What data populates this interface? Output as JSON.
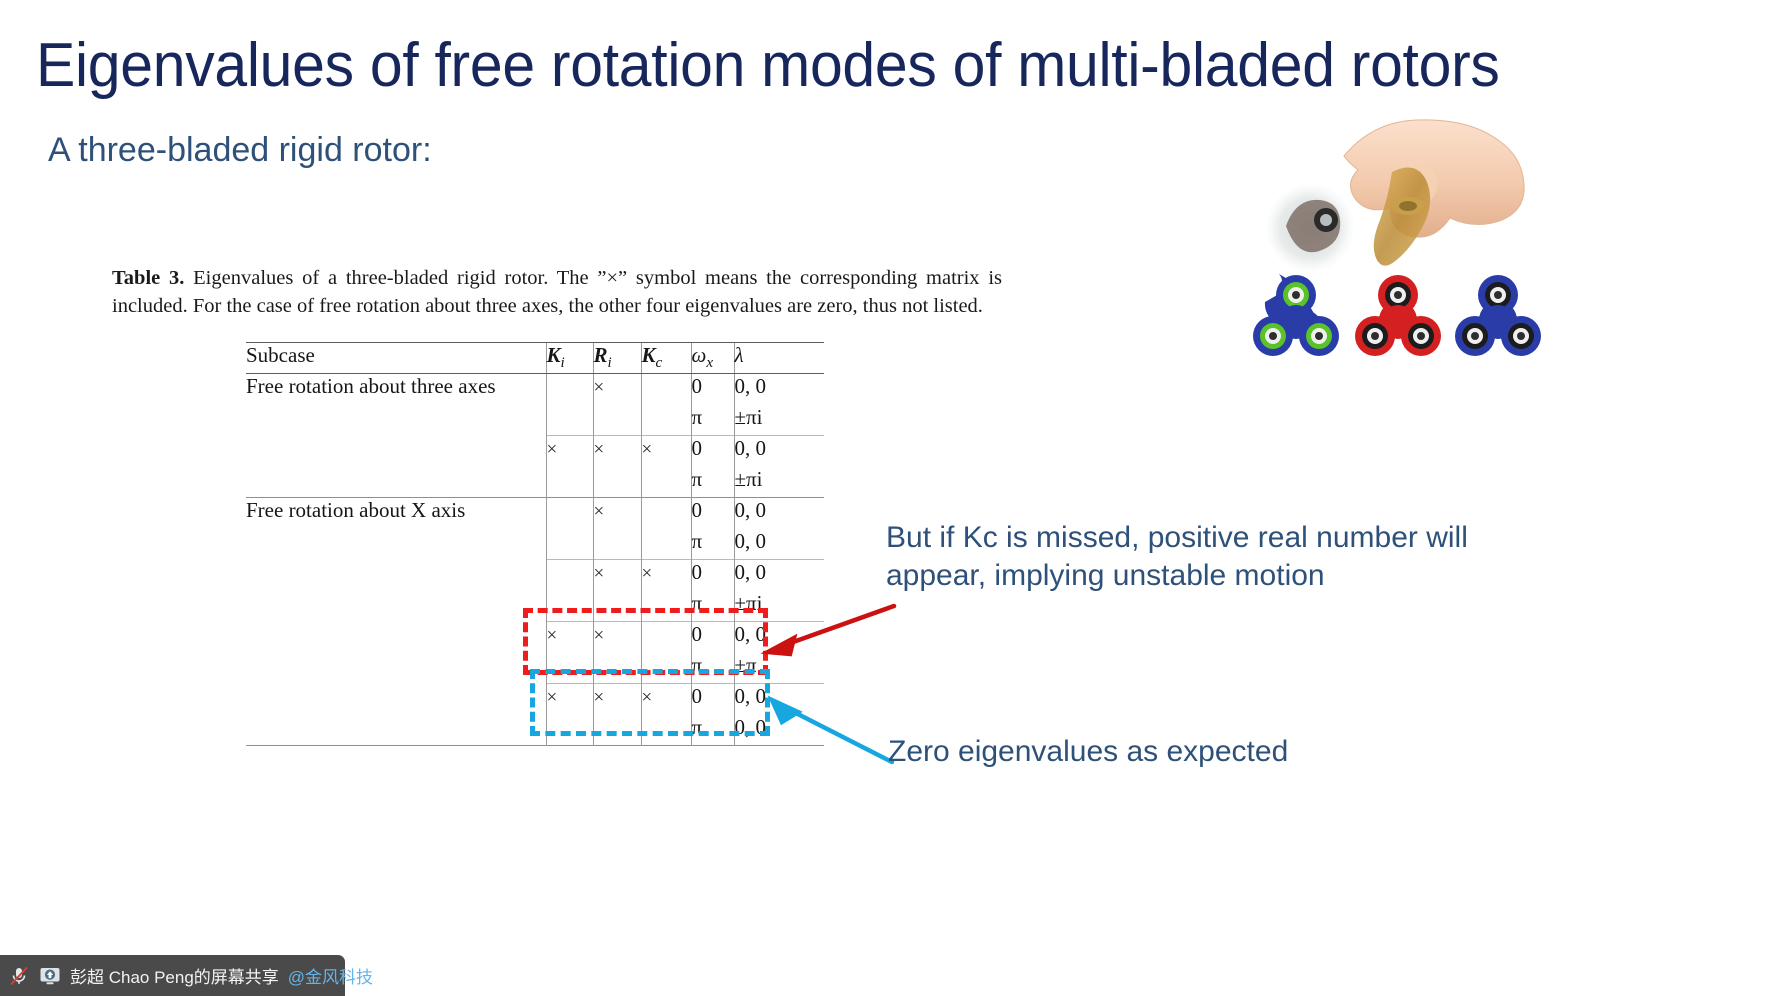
{
  "slide": {
    "title": "Eigenvalues of free rotation modes of multi-bladed rotors",
    "subtitle": "A three-bladed rigid rotor:",
    "title_color": "#17275c",
    "subtitle_color": "#2e5179"
  },
  "figure": {
    "caption_label": "Table 3.",
    "caption_text": " Eigenvalues of a three-bladed rigid rotor. The ”×” symbol means the corresponding matrix is included. For the case of free rotation about three axes, the other four eigenvalues are zero, thus not listed.",
    "table": {
      "headers": [
        "Subcase",
        "K",
        "R",
        "K",
        "ω",
        "λ"
      ],
      "header_subs": [
        "",
        "i",
        "i",
        "c",
        "x",
        ""
      ],
      "groups": [
        {
          "label": "Free rotation about three axes",
          "blocks": [
            {
              "Ki": "",
              "Ri": "×",
              "Kc": "",
              "rows": [
                {
                  "wx": "0",
                  "lambda": "0, 0"
                },
                {
                  "wx": "π",
                  "lambda": "±πi"
                }
              ]
            },
            {
              "Ki": "×",
              "Ri": "×",
              "Kc": "×",
              "rows": [
                {
                  "wx": "0",
                  "lambda": "0, 0"
                },
                {
                  "wx": "π",
                  "lambda": "±πi"
                }
              ]
            }
          ]
        },
        {
          "label": "Free rotation about X axis",
          "blocks": [
            {
              "Ki": "",
              "Ri": "×",
              "Kc": "",
              "rows": [
                {
                  "wx": "0",
                  "lambda": "0, 0"
                },
                {
                  "wx": "π",
                  "lambda": "0, 0"
                }
              ]
            },
            {
              "Ki": "",
              "Ri": "×",
              "Kc": "×",
              "rows": [
                {
                  "wx": "0",
                  "lambda": "0, 0"
                },
                {
                  "wx": "π",
                  "lambda": "±πi"
                }
              ]
            },
            {
              "Ki": "×",
              "Ri": "×",
              "Kc": "",
              "highlight": "red",
              "rows": [
                {
                  "wx": "0",
                  "lambda": "0, 0"
                },
                {
                  "wx": "π",
                  "lambda": "±π"
                }
              ]
            },
            {
              "Ki": "×",
              "Ri": "×",
              "Kc": "×",
              "highlight": "blue",
              "rows": [
                {
                  "wx": "0",
                  "lambda": "0, 0"
                },
                {
                  "wx": "π",
                  "lambda": "0, 0"
                }
              ]
            }
          ]
        }
      ]
    }
  },
  "annotations": [
    {
      "id": "red",
      "text": "But if Kc is missed, positive real number will appear, implying unstable motion",
      "color": "#cc1111",
      "text_color": "#2e5179"
    },
    {
      "id": "blue",
      "text": "Zero eigenvalues as expected",
      "color": "#17a7e0",
      "text_color": "#2e5179"
    }
  ],
  "illustration": {
    "name": "fidget-spinner-photo",
    "spinner_colors": [
      "#2a3ca8",
      "#d42020",
      "#2a3ca8"
    ],
    "ring_colors": [
      "#5ac327",
      "#1c1c1c",
      "#1c1c1c"
    ]
  },
  "taskbar": {
    "mic_icon": "microphone-muted-icon",
    "share_icon": "screen-share-icon",
    "share_text": "彭超 Chao Peng的屏幕共享",
    "org_text": "@金风科技",
    "background": "#4a4a4a"
  }
}
